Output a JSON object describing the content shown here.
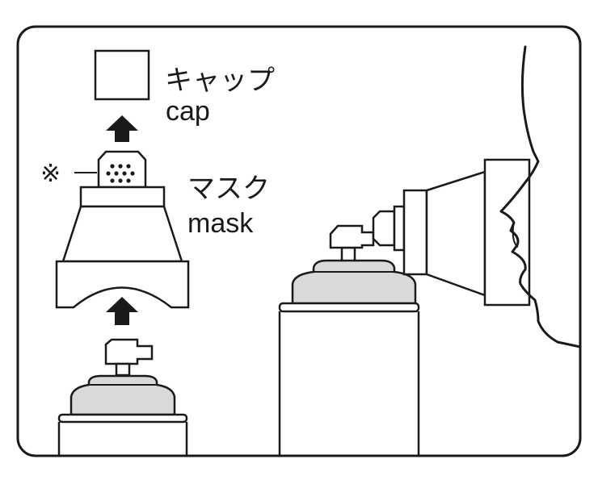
{
  "labels": {
    "cap_ja": "キャップ",
    "cap_en": "cap",
    "mask_ja": "マスク",
    "mask_en": "mask",
    "note_mark": "※"
  },
  "colors": {
    "stroke": "#1a1a1a",
    "valve_fill": "#d9d9d9",
    "background": "#ffffff"
  },
  "icons": [
    "arrow-up-icon",
    "arrow-up-icon"
  ]
}
